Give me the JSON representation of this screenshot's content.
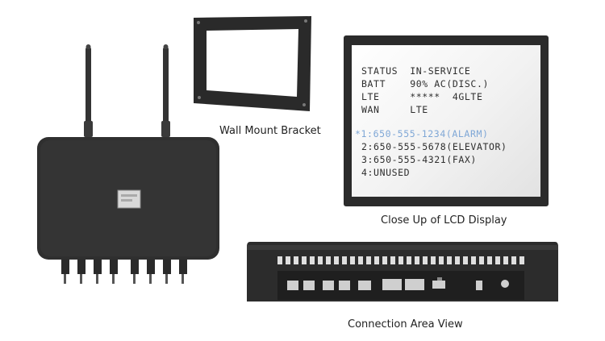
{
  "captions": {
    "bracket": "Wall Mount Bracket",
    "lcd": "Close Up of LCD Display",
    "connection": "Connection Area View"
  },
  "lcd": {
    "lines": [
      "STATUS  IN-SERVICE",
      "BATT    90% AC(DISC.)",
      "LTE     *****  4GLTE",
      "WAN     LTE",
      "*1:650-555-1234(ALARM)",
      "2:650-555-5678(ELEVATOR)",
      "3:650-555-4321(FAX)",
      "4:UNUSED"
    ]
  },
  "colors": {
    "device": "#2f2f2f",
    "alarm_line": "#7fa7d6"
  }
}
